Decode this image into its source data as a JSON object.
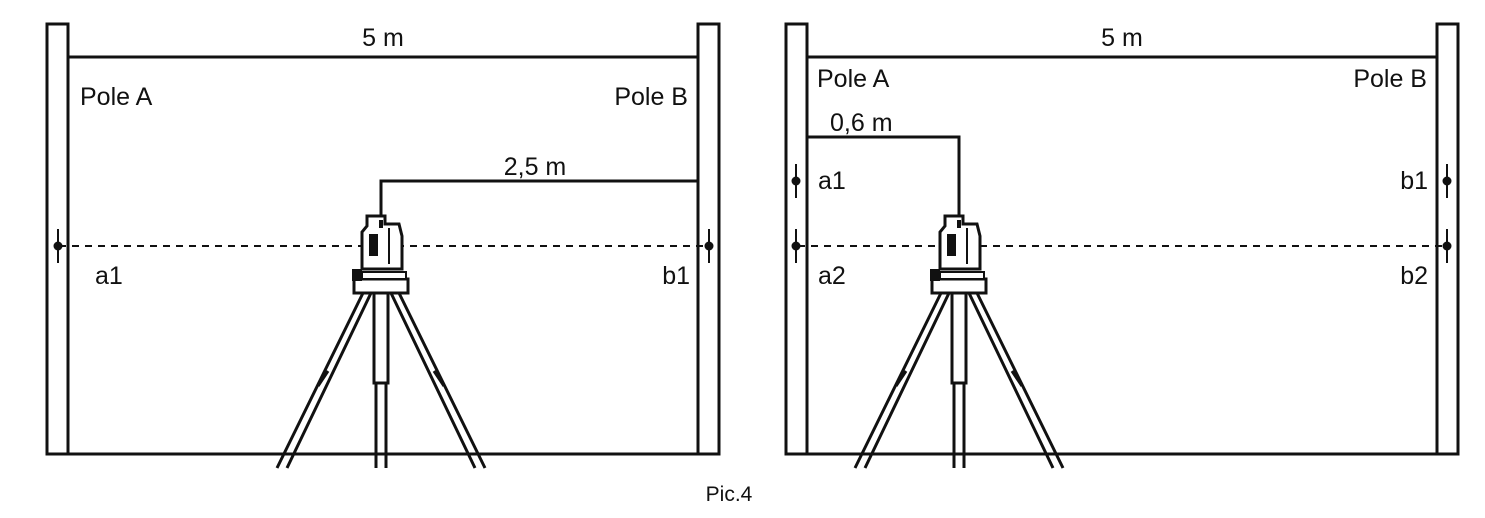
{
  "diagrams": [
    {
      "distance_label": "5 m",
      "pole_a_label": "Pole A",
      "pole_b_label": "Pole B",
      "offset_label": "2,5 m",
      "marks": [
        "a1",
        "b1"
      ]
    },
    {
      "distance_label": "5 m",
      "pole_a_label": "Pole A",
      "pole_b_label": "Pole B",
      "offset_label": "0,6 m",
      "marks": [
        "a1",
        "a2",
        "b1",
        "b2"
      ]
    }
  ],
  "caption": "Pic.4",
  "colors": {
    "line": "#111111",
    "background": "#ffffff"
  }
}
